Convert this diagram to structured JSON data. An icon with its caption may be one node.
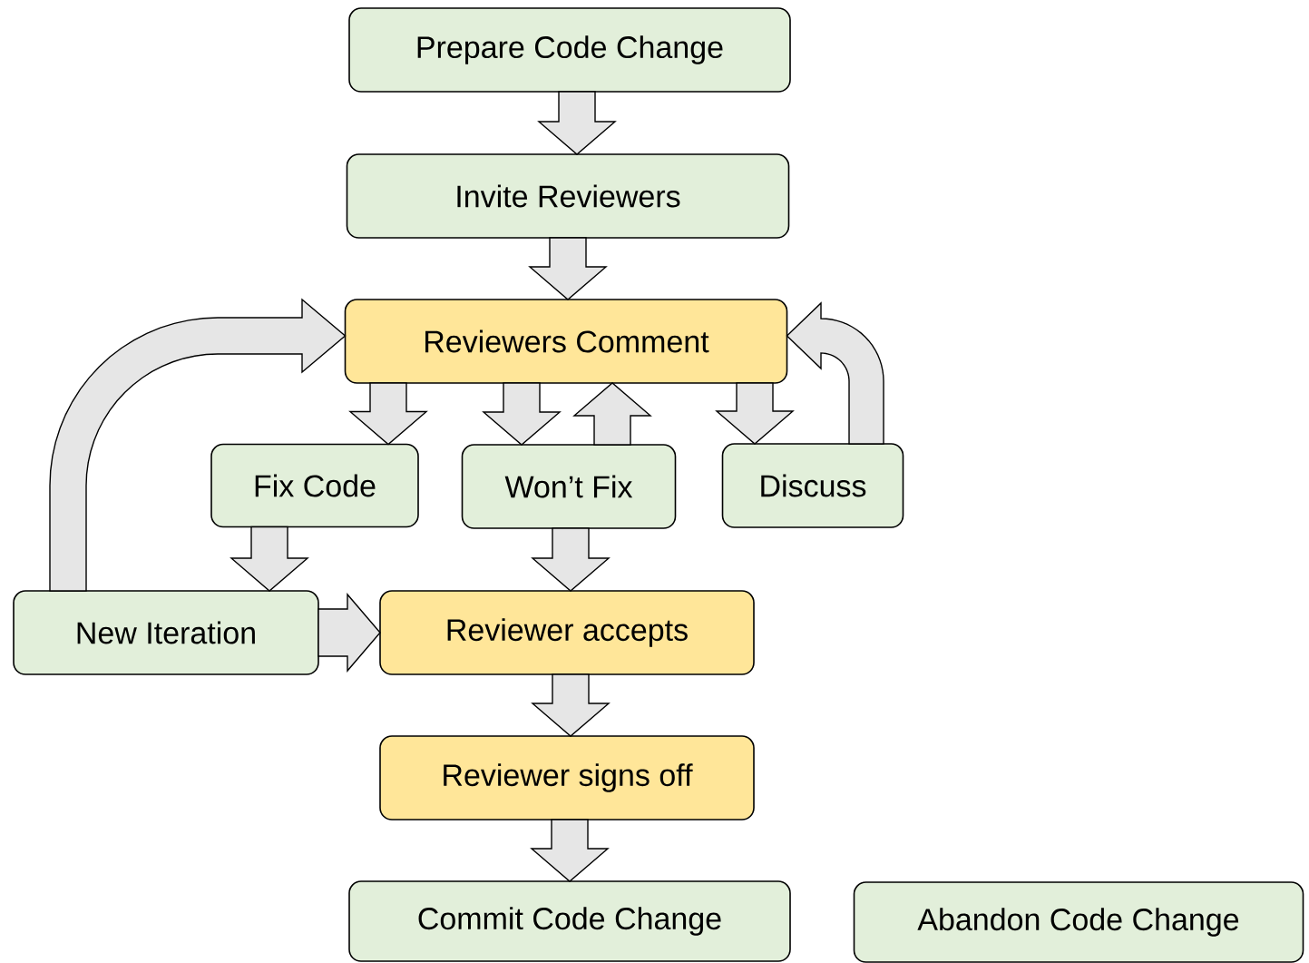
{
  "diagram": {
    "nodes": [
      {
        "text": [
          "Prepare Code Change"
        ]
      },
      {
        "text": [
          "Invite Reviewers"
        ]
      },
      {
        "text": [
          "Reviewers Comment"
        ]
      },
      {
        "text": [
          "Fix Code"
        ]
      },
      {
        "text": [
          "Won’t Fix"
        ]
      },
      {
        "text": [
          "Discuss"
        ]
      },
      {
        "text": [
          "New Iteration"
        ]
      },
      {
        "text": [
          "Reviewer accepts"
        ]
      },
      {
        "text": [
          "Reviewer signs off"
        ]
      },
      {
        "text": [
          "Commit Code Change"
        ]
      },
      {
        "text": [
          "Abandon Code Change"
        ]
      }
    ],
    "edges": [
      {
        "from": 0,
        "to": 1,
        "arrow": "to"
      },
      {
        "from": 1,
        "to": 2,
        "arrow": "to"
      },
      {
        "from": 2,
        "to": 3,
        "arrow": "to"
      },
      {
        "from": 2,
        "to": 4,
        "arrow": "to"
      },
      {
        "from": 4,
        "to": 2,
        "arrow": "to"
      },
      {
        "from": 2,
        "to": 5,
        "arrow": "to"
      },
      {
        "from": 5,
        "to": 2,
        "arrow": "to"
      },
      {
        "from": 6,
        "to": 2,
        "arrow": "to"
      },
      {
        "from": 3,
        "to": 6,
        "arrow": "to"
      },
      {
        "from": 6,
        "to": 7,
        "arrow": "to"
      },
      {
        "from": 4,
        "to": 7,
        "arrow": "to"
      },
      {
        "from": 7,
        "to": 8,
        "arrow": "to"
      },
      {
        "from": 8,
        "to": 9,
        "arrow": "to"
      }
    ]
  }
}
